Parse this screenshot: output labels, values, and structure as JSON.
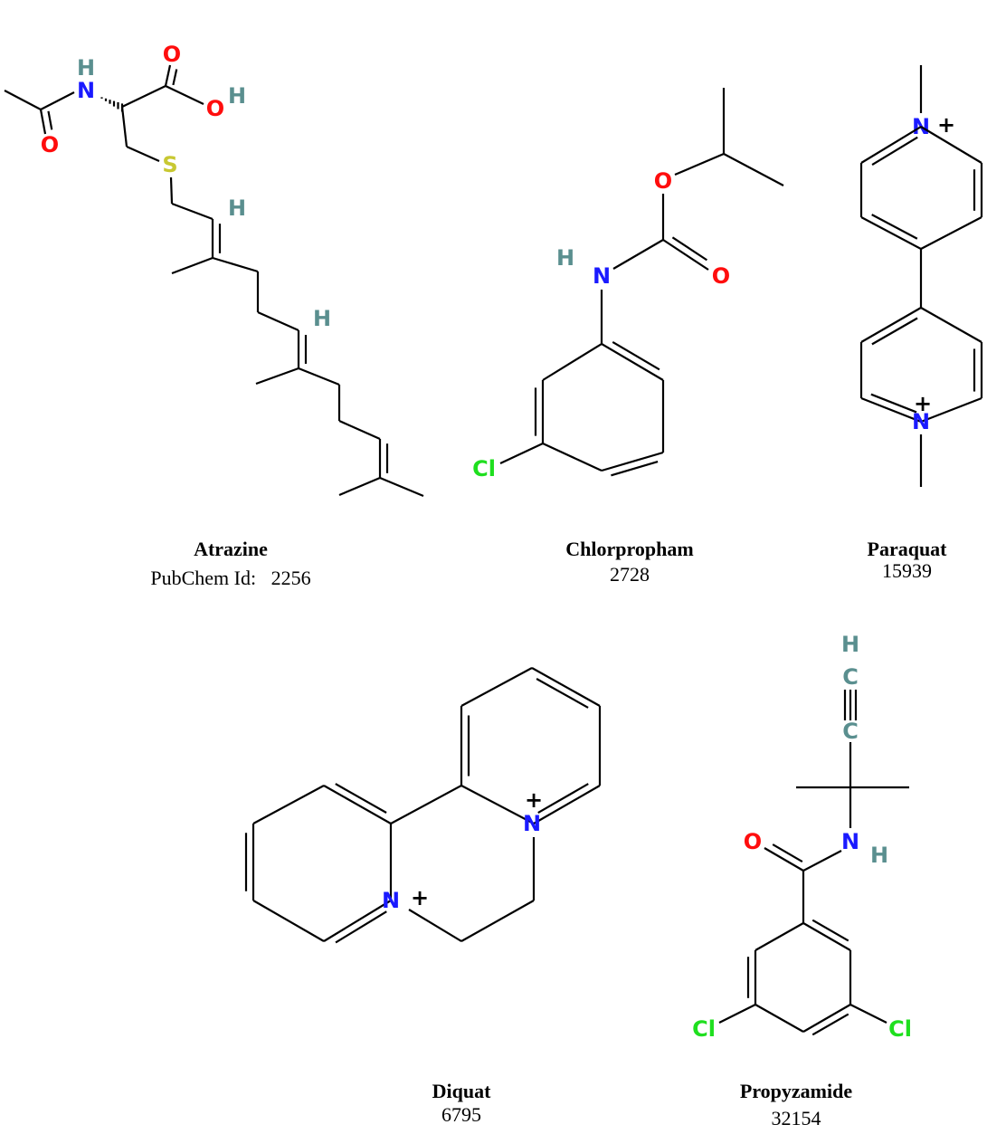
{
  "compounds": [
    {
      "name": "Atrazine",
      "id_label": "PubChem Id:",
      "id": "2256"
    },
    {
      "name": "Chlorpropham",
      "id": "2728"
    },
    {
      "name": "Paraquat",
      "id": "15939"
    },
    {
      "name": "Diquat",
      "id": "6795"
    },
    {
      "name": "Propyzamide",
      "id": "32154"
    }
  ],
  "atoms": {
    "O": "O",
    "N": "N",
    "H": "H",
    "S": "S",
    "Cl": "Cl",
    "C": "C",
    "plus": "+"
  },
  "colors": {
    "bond": "#000000",
    "O": "#ff0d0d",
    "N": "#1a1aff",
    "S": "#c8c832",
    "Cl": "#1fdf1f",
    "H": "#5a8f8f",
    "C": "#5a8f8f"
  }
}
